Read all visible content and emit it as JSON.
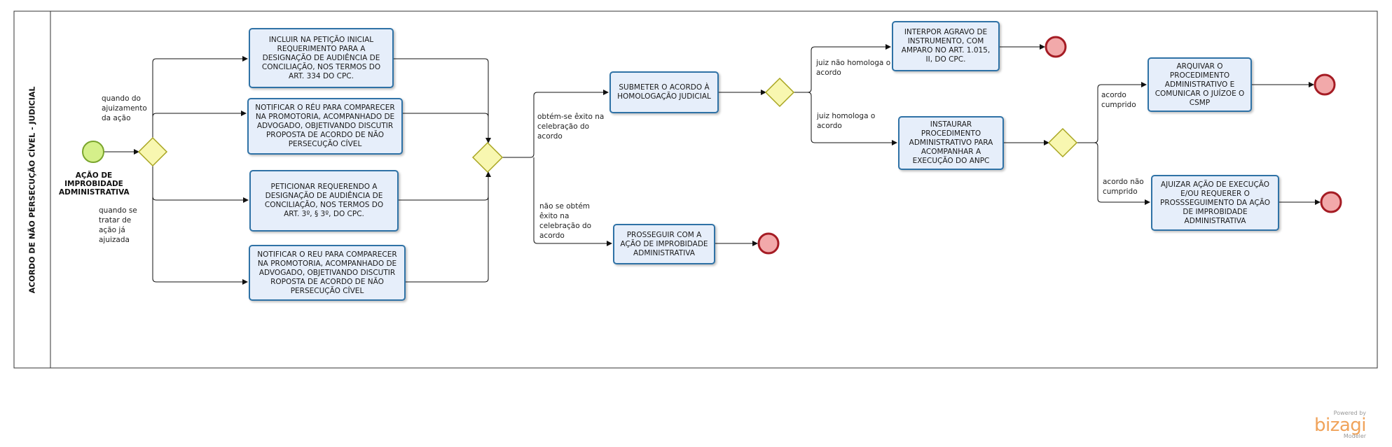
{
  "lane": {
    "title": "ACORDO DE NÃO PERSECUÇÃO CÍVEL - JUDICIAL"
  },
  "start": {
    "label": "AÇÃO DE IMPROBIDADE ADMINISTRATIVA"
  },
  "tasks": {
    "t1": "INCLUIR NA PETIÇÃO INICIAL REQUERIMENTO PARA A DESIGNAÇÃO DE AUDIÊNCIA DE CONCILIAÇÃO, NOS TERMOS DO ART. 334 DO CPC.",
    "t2": "NOTIFICAR O RÉU PARA COMPARECER NA PROMOTORIA, ACOMPANHADO DE ADVOGADO, OBJETIVANDO DISCUTIR PROPOSTA DE ACORDO DE NÃO PERSECUÇÃO CÍVEL",
    "t3": "PETICIONAR REQUERENDO A DESIGNAÇÃO DE AUDIÊNCIA DE CONCILIAÇÃO, NOS TERMOS DO ART. 3º, § 3º, DO CPC.",
    "t4": "NOTIFICAR O REU PARA COMPARECER NA PROMOTORIA, ACOMPANHADO DE ADVOGADO, OBJETIVANDO DISCUTIR ROPOSTA DE ACORDO DE NÃO PERSECUÇÃO CÍVEL",
    "t5": "SUBMETER O ACORDO À HOMOLOGAÇÃO JUDICIAL",
    "t6": "PROSSEGUIR COM A AÇÃO DE IMPROBIDADE ADMINISTRATIVA",
    "t7": "INTERPOR AGRAVO DE INSTRUMENTO, COM AMPARO NO ART. 1.015, II, DO CPC.",
    "t8": "INSTAURAR PROCEDIMENTO ADMINISTRATIVO PARA ACOMPANHAR A EXECUÇÃO DO ANPC",
    "t9": "ARQUIVAR O PROCEDIMENTO ADMINISTRATIVO E COMUNICAR O JUÍZOE O CSMP",
    "t10": "AJUIZAR AÇÃO DE EXECUÇÃO E/OU REQUERER O PROSSSEGUIMENTO DA AÇÃO DE IMPROBIDADE ADMINISTRATIVA"
  },
  "flows": {
    "f1": "quando do ajuizamento da ação",
    "f2": "quando se tratar de ação já ajuizada",
    "f3": "obtém-se êxito na celebração do acordo",
    "f4": "não se obtém êxito na celebração do acordo",
    "f5": "juiz não homologa o acordo",
    "f6": "juiz homologa o acordo",
    "f7": "acordo cumprido",
    "f8": "acordo não cumprido"
  },
  "branding": {
    "powered": "Powered by",
    "name": "bizagi",
    "product": "Modeler"
  },
  "colors": {
    "task_fill": "#e6eefa",
    "task_border": "#2f72a6",
    "gateway": "#f8f7b0",
    "start": "#d5f08a",
    "end": "#f2a9aa"
  }
}
